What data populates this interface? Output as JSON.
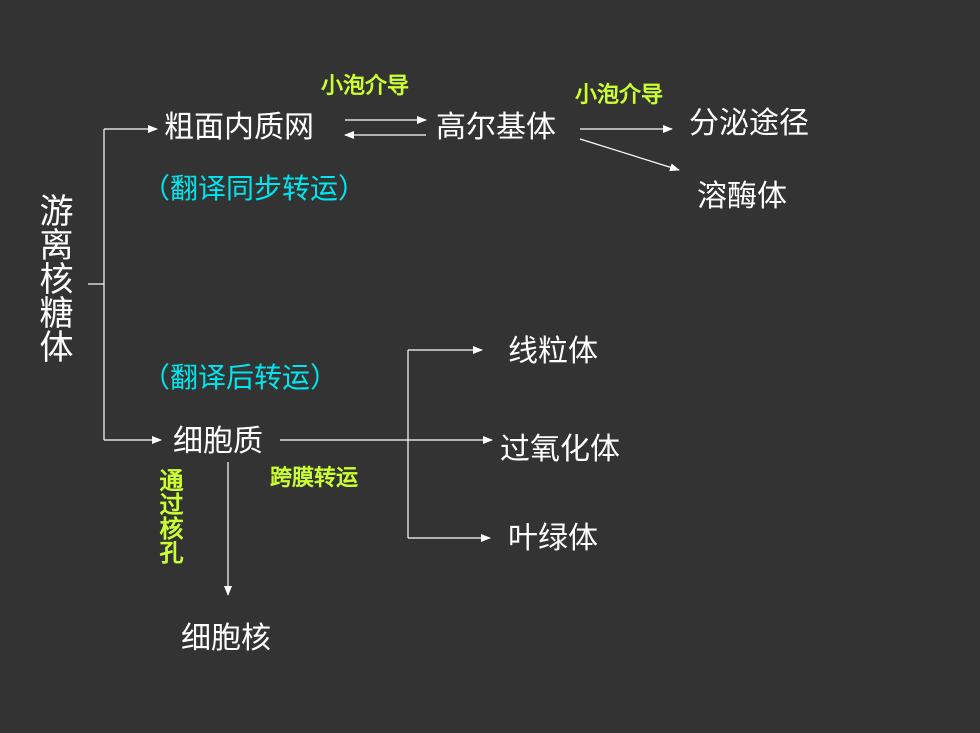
{
  "nodes": {
    "free_ribosome": "游离核糖体",
    "rough_er": "粗面内质网",
    "golgi": "高尔基体",
    "secretion": "分泌途径",
    "lysosome": "溶酶体",
    "cytoplasm": "细胞质",
    "nucleus": "细胞核",
    "mitochondria": "线粒体",
    "peroxisome": "过氧化体",
    "chloroplast": "叶绿体"
  },
  "labels": {
    "cotranslational": "（翻译同步转运）",
    "posttranslational": "（翻译后转运）",
    "vesicle_1": "小泡介导",
    "vesicle_2": "小泡介导",
    "transmembrane": "跨膜转运",
    "nuclear_pore": "通过核孔"
  },
  "colors": {
    "background": "#333333",
    "node_text": "#ffffff",
    "cyan_label": "#00e5ee",
    "green_label": "#ccff33"
  }
}
